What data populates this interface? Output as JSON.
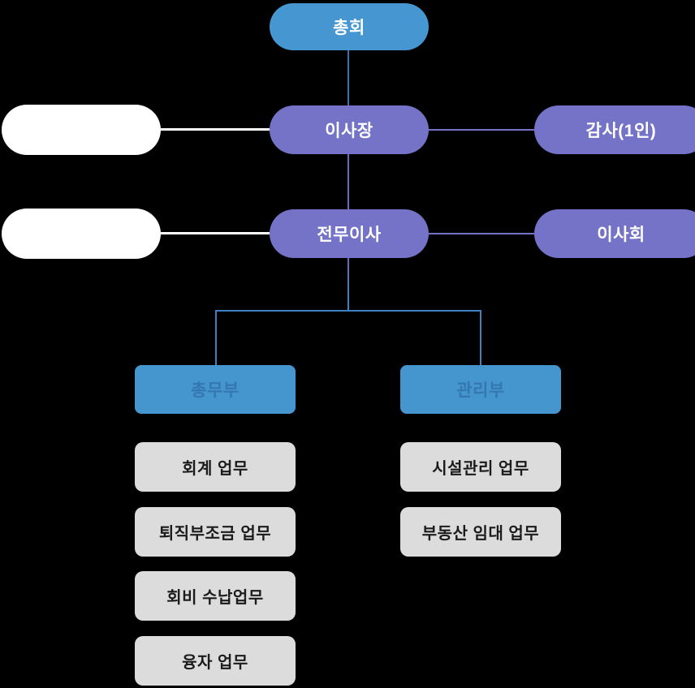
{
  "diagram": {
    "type": "organization-chart",
    "nodes": {
      "assembly": "총회",
      "chairman": "이사장",
      "auditor": "감사(1인)",
      "executive_director": "전무이사",
      "board": "이사회",
      "blank_left_row2": "",
      "blank_left_row3": ""
    },
    "departments": [
      {
        "name": "총무부",
        "tasks": [
          "회계 업무",
          "퇴직부조금 업무",
          "회비 수납업무",
          "융자 업무"
        ]
      },
      {
        "name": "관리부",
        "tasks": [
          "시설관리 업무",
          "부동산 임대 업무"
        ]
      }
    ],
    "colors": {
      "background": "#000000",
      "top_pill_blue": "#4596D1",
      "purple_pill": "#7473C8",
      "white_pill": "#FFFFFF",
      "dept_box_blue": "#4595CF",
      "dept_text_blue": "#3577B1",
      "task_box_gray": "#DCDCDC",
      "task_text": "#1B1B1B",
      "line_blue_top": "#3D6FB5",
      "line_purple": "#6B69BE",
      "line_branch_blue": "#3E82C3",
      "line_white": "#FFFFFF"
    }
  }
}
